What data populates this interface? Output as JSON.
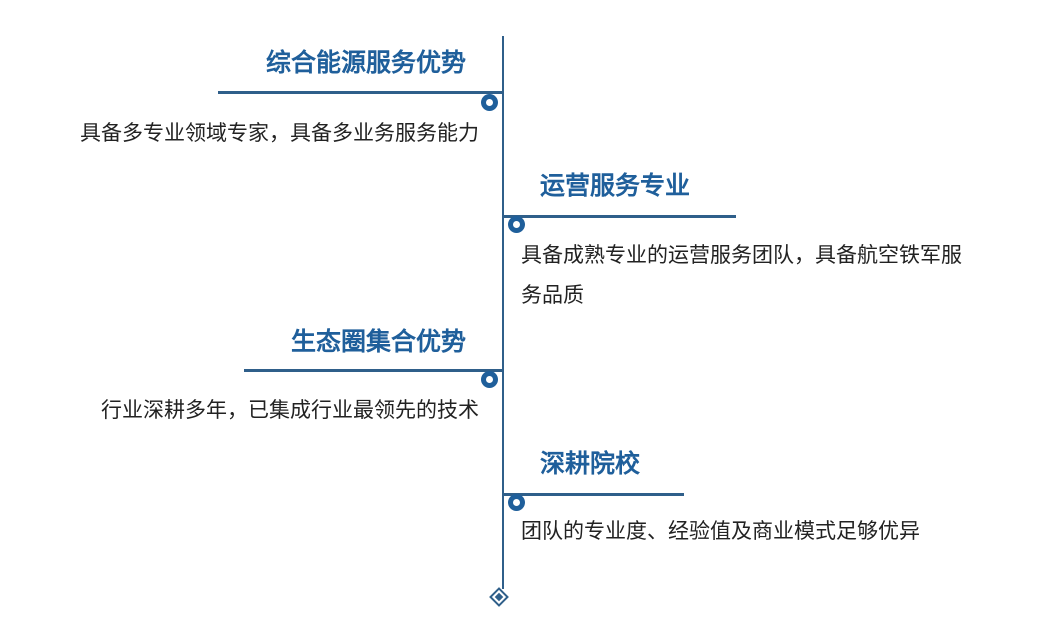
{
  "colors": {
    "accent": "#1f5f9b",
    "line": "#2f5f8a",
    "text": "#222222"
  },
  "items": [
    {
      "title": "综合能源服务优势",
      "description": "具备多专业领域专家，具备多业务服务能力"
    },
    {
      "title": "运营服务专业",
      "description": "具备成熟专业的运营服务团队，具备航空铁军服务品质"
    },
    {
      "title": "生态圈集合优势",
      "description": "行业深耕多年，已集成行业最领先的技术"
    },
    {
      "title": "深耕院校",
      "description": "团队的专业度、经验值及商业模式足够优异"
    }
  ]
}
